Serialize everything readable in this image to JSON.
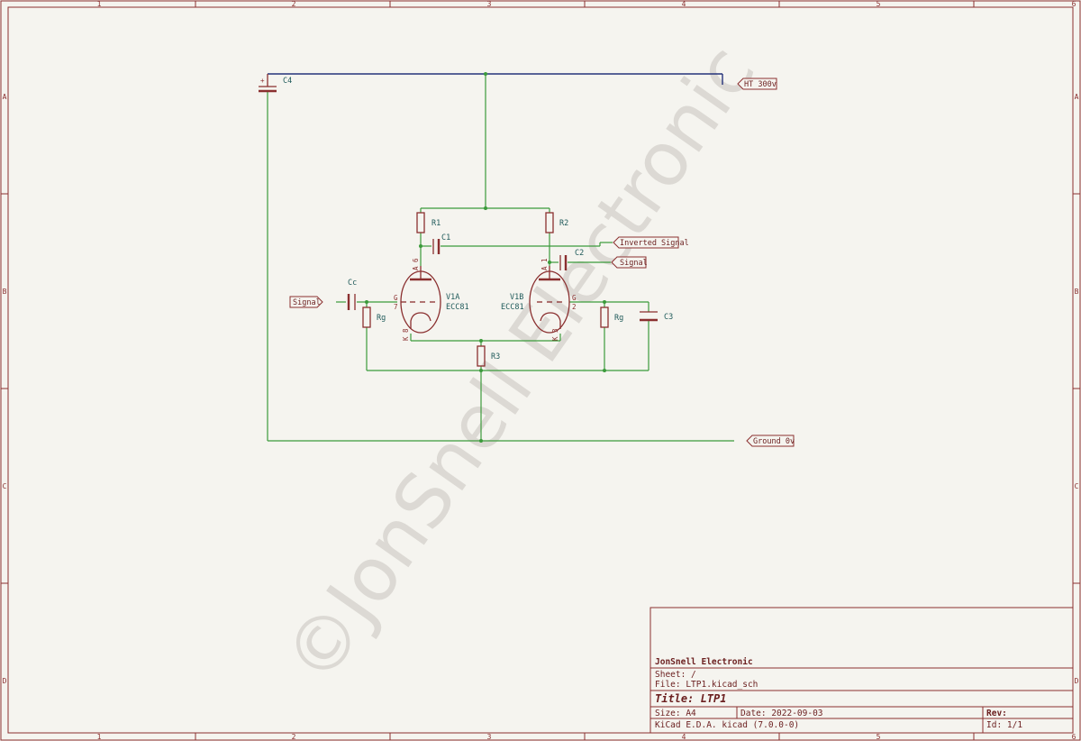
{
  "watermark": "©JonSnell Electronic",
  "frame": {
    "columns": [
      "1",
      "2",
      "3",
      "4",
      "5",
      "6"
    ],
    "rows": [
      "A",
      "B",
      "C",
      "D"
    ]
  },
  "components": {
    "c4": "C4",
    "r1": "R1",
    "r2": "R2",
    "c1": "C1",
    "c2": "C2",
    "cc": "Cc",
    "rg_left": "Rg",
    "rg_right": "Rg",
    "c3": "C3",
    "r3": "R3",
    "v1a_ref": "V1A",
    "v1a_value": "ECC81",
    "v1b_ref": "V1B",
    "v1b_value": "ECC81"
  },
  "pins": {
    "v1a_anode": "A 6",
    "v1a_grid": "G",
    "v1a_grid_num": "7",
    "v1a_cathode": "K 8",
    "v1b_anode": "A 1",
    "v1b_grid": "G",
    "v1b_grid_num": "2",
    "v1b_cathode": "K 3"
  },
  "labels": {
    "ht": "HT 300v",
    "inverted_signal": "Inverted Signal",
    "signal_out": "Signal",
    "signal_in": "Signal",
    "ground": "Ground 0v"
  },
  "title_block": {
    "company": "JonSnell Electronic",
    "sheet": "Sheet: /",
    "file": "File: LTP1.kicad_sch",
    "title": "Title: LTP1",
    "size": "Size: A4",
    "date": "Date: 2022-09-03",
    "rev": "Rev:",
    "tool": "KiCad E.D.A.  kicad (7.0.0-0)",
    "id": "Id: 1/1"
  },
  "colors": {
    "frame": "#8a2f2f",
    "wire": "#3b9a3b",
    "bus": "#25337a",
    "reference": "#1f5a5a",
    "background": "#f5f4ef"
  }
}
